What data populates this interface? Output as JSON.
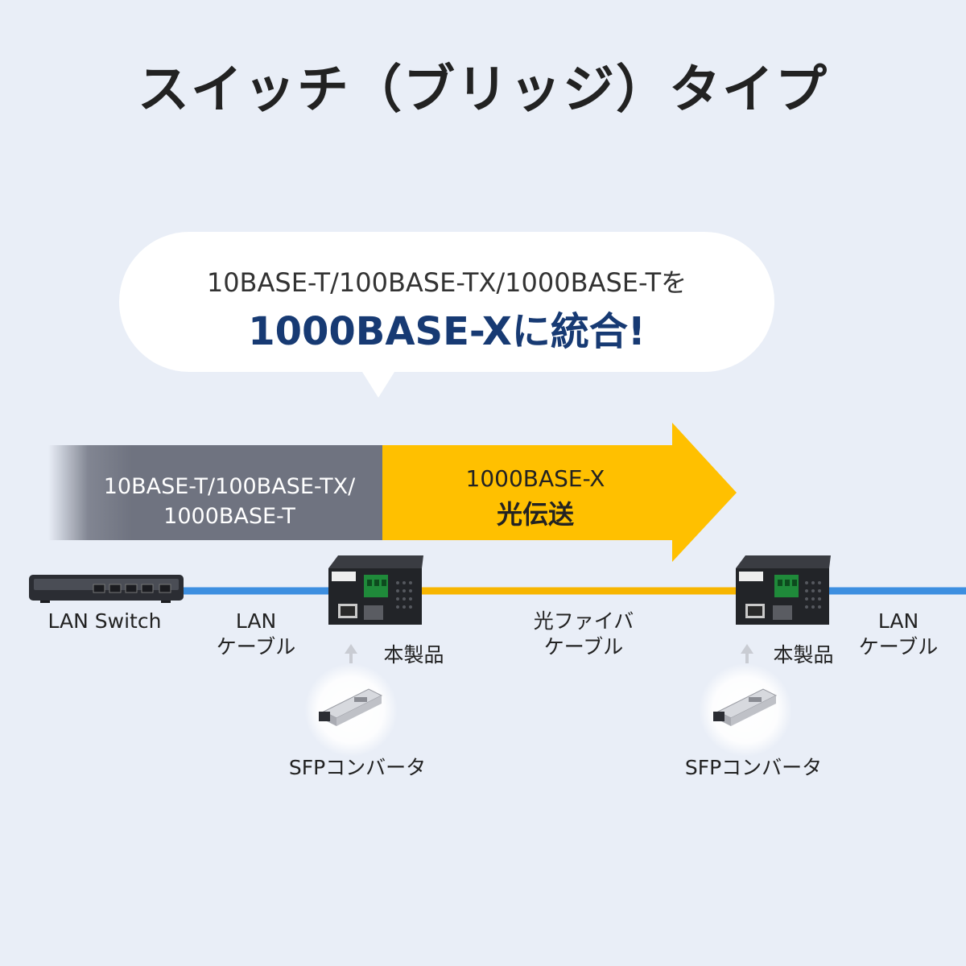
{
  "title": "スイッチ（ブリッジ）タイプ",
  "bubble": {
    "line1": "10BASE-T/100BASE-TX/1000BASE-Tを",
    "line2": "1000BASE-Xに統合!"
  },
  "band": {
    "copper_line1": "10BASE-T/100BASE-TX/",
    "copper_line2": "1000BASE-T",
    "optical_line1": "1000BASE-X",
    "optical_line2": "光伝送"
  },
  "labels": {
    "lan_switch": "LAN Switch",
    "lan_cable_left_1": "LAN",
    "lan_cable_left_2": "ケーブル",
    "product_left": "本製品",
    "fiber_1": "光ファイバ",
    "fiber_2": "ケーブル",
    "product_right": "本製品",
    "lan_cable_right_1": "LAN",
    "lan_cable_right_2": "ケーブル",
    "sfp_left": "SFPコンバータ",
    "sfp_right": "SFPコンバータ"
  },
  "colors": {
    "background": "#e9eef7",
    "accent_blue": "#173a73",
    "lan_line": "#3d8fe0",
    "fiber_line": "#f7b500",
    "arrow_yellow": "#ffc000",
    "band_gray": "#6f7380"
  }
}
